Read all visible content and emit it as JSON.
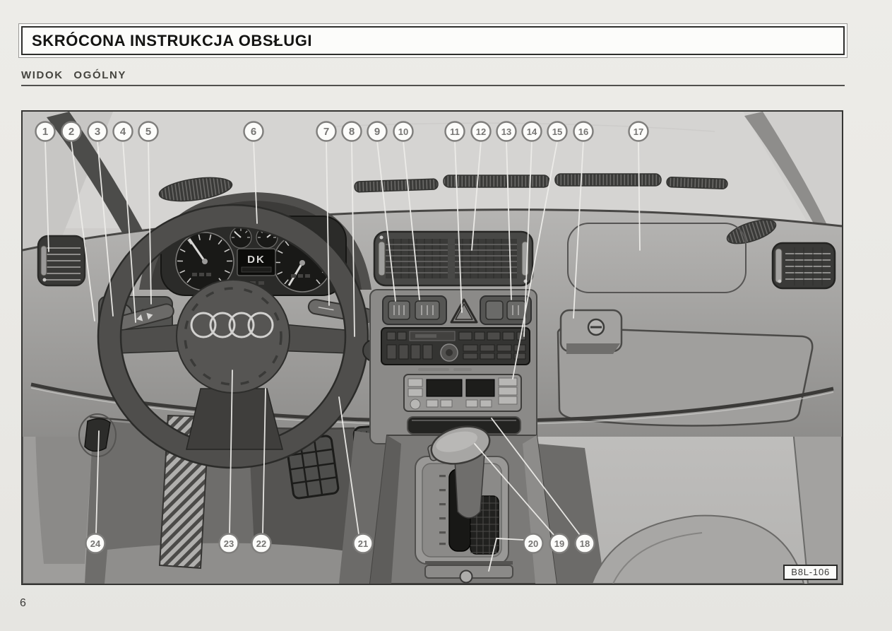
{
  "page": {
    "title": "SKRÓCONA INSTRUKCJA OBSŁUGI",
    "section_heading": "WIDOK OGÓLNY",
    "page_number": "6"
  },
  "figure": {
    "code": "B8L-106",
    "cluster_display_text": "DK",
    "callouts": [
      "1",
      "2",
      "3",
      "4",
      "5",
      "6",
      "7",
      "8",
      "9",
      "10",
      "11",
      "12",
      "13",
      "14",
      "15",
      "16",
      "17",
      "18",
      "19",
      "20",
      "21",
      "22",
      "23",
      "24"
    ],
    "icons": {
      "brand_logo": "audi-rings-icon",
      "hazard_button": "warning-triangle-icon",
      "glovebox_lock": "lock-slot-icon",
      "turn_signal_stalk": "left-right-arrows-icon"
    }
  }
}
